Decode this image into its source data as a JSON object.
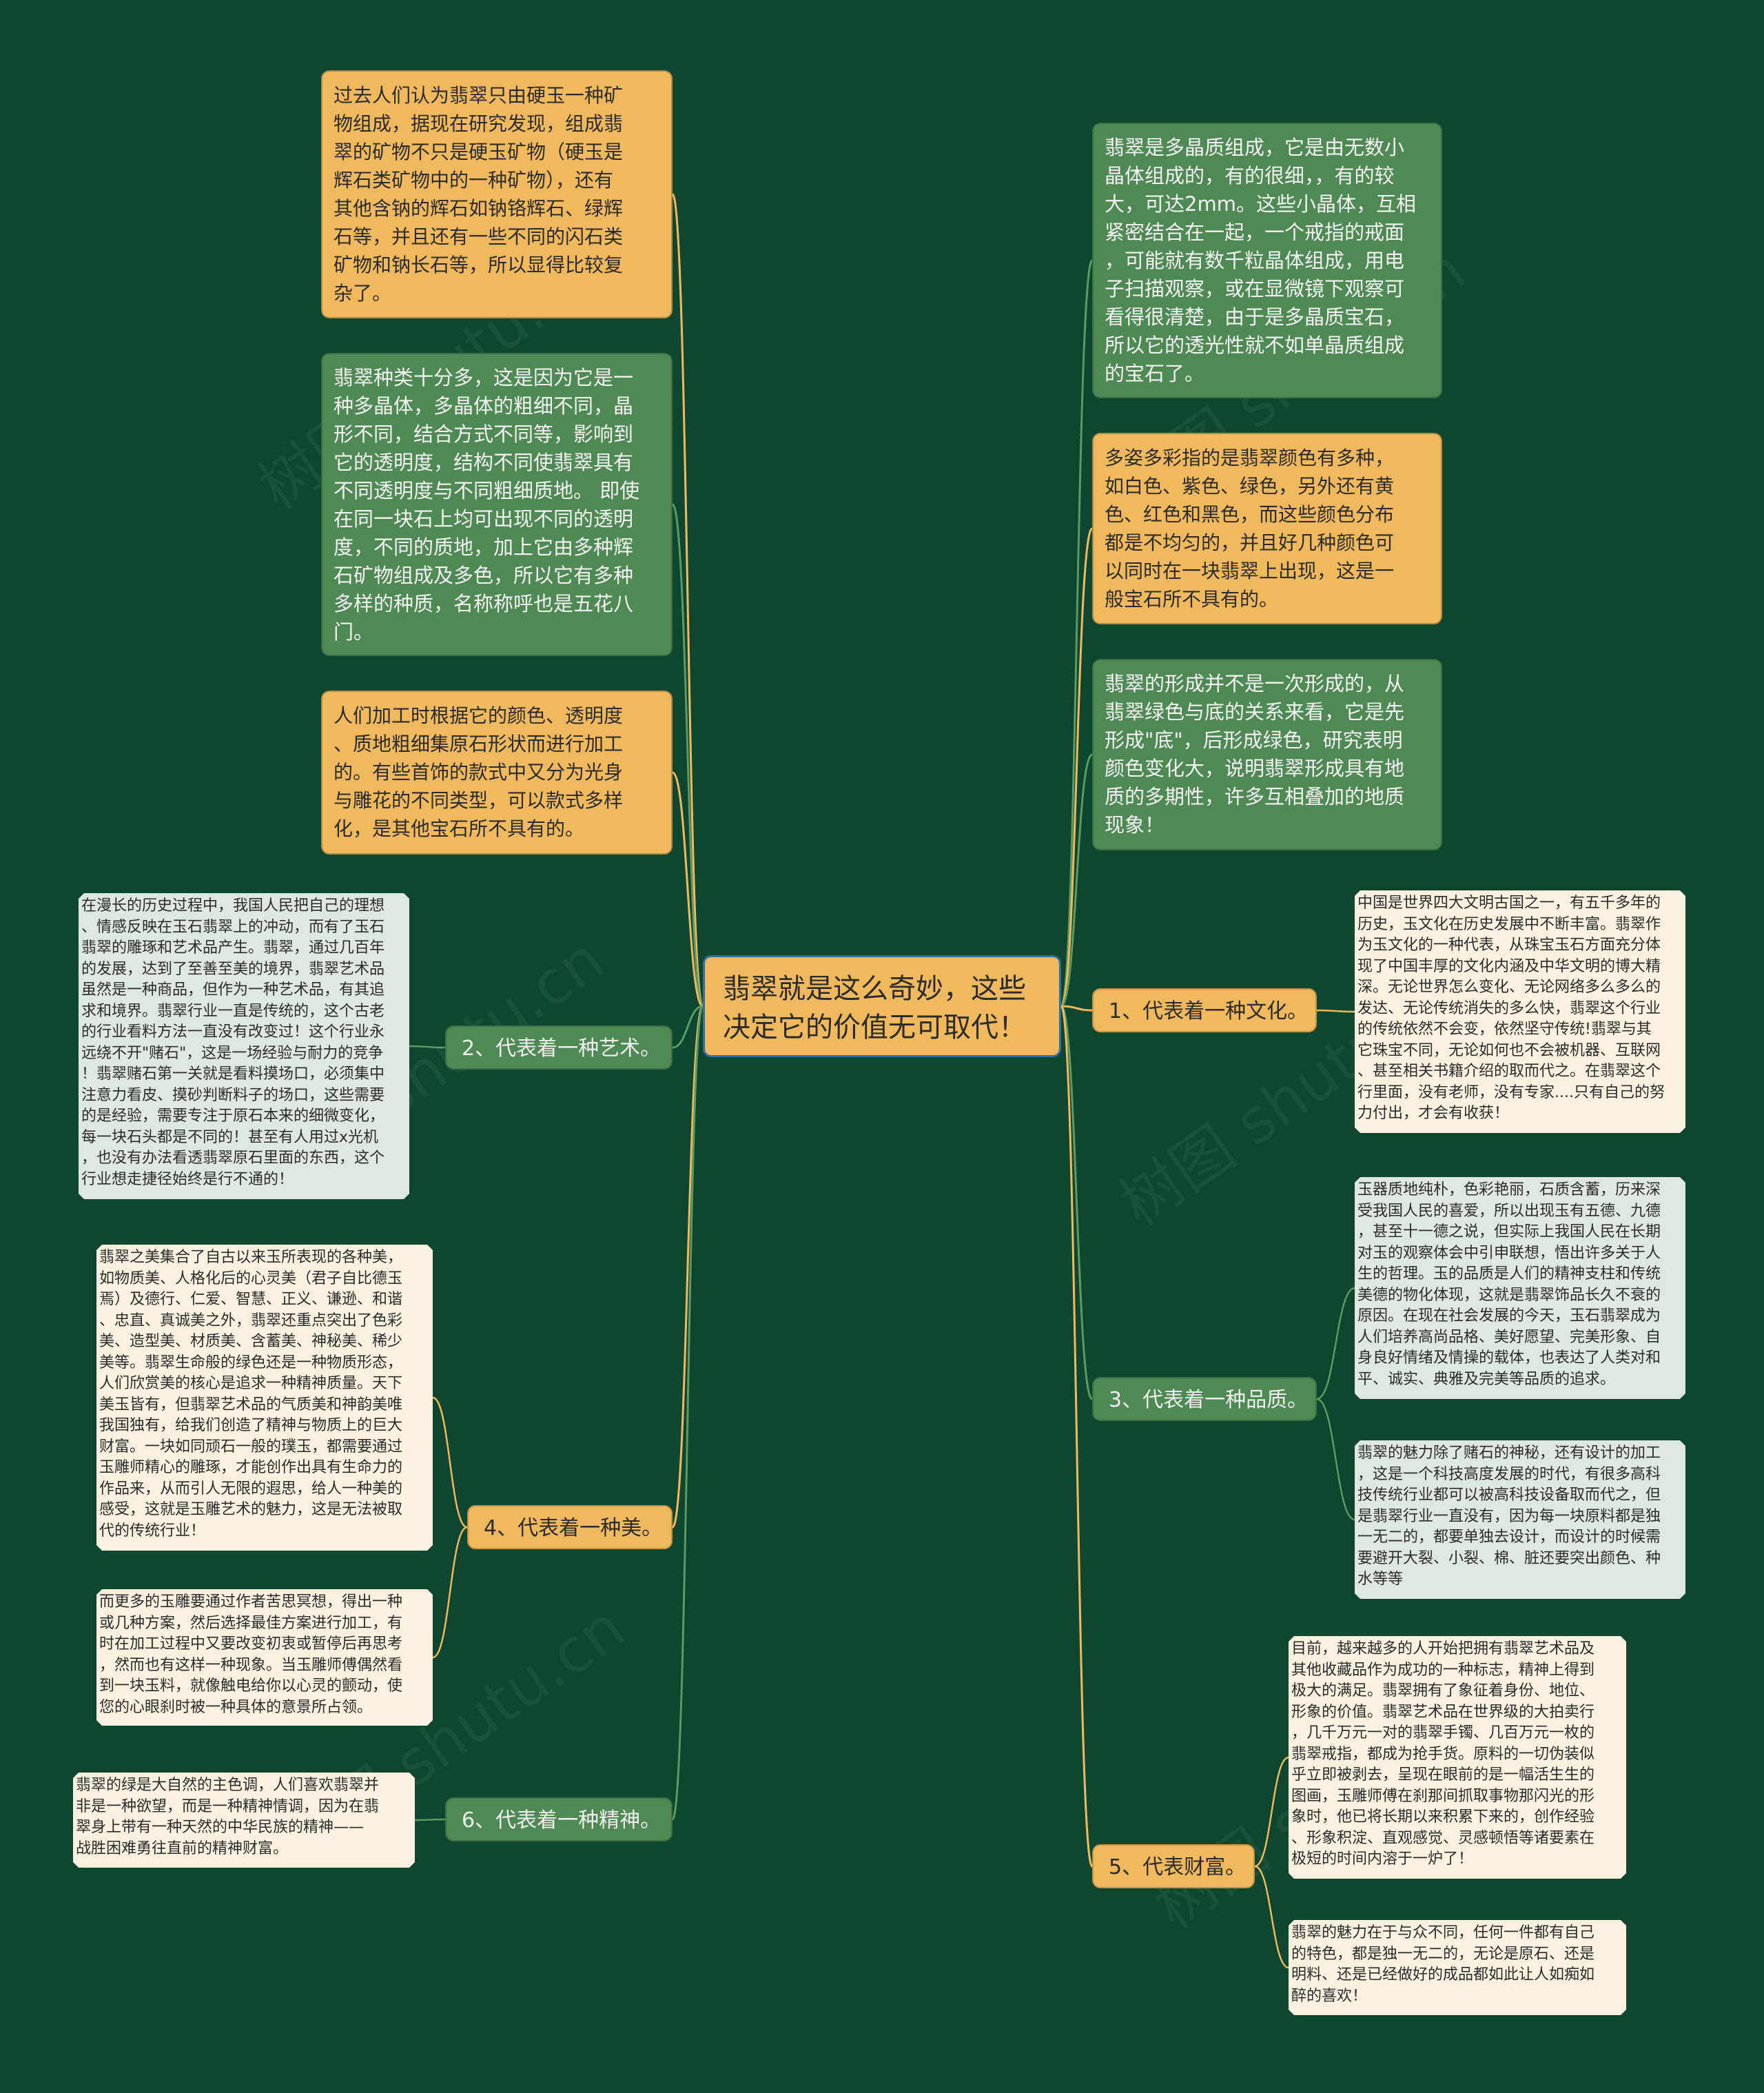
{
  "root": {
    "label": "翡翠就是这么奇妙，这些\n决定它的价值无可取代！"
  },
  "left_notes": [
    {
      "text": "过去人们认为翡翠只由硬玉一种矿\n物组成，据现在研究发现，组成翡\n翠的矿物不只是硬玉矿物（硬玉是\n辉石类矿物中的一种矿物），还有\n其他含钠的辉石如钠铬辉石、绿辉\n石等，并且还有一些不同的闪石类\n矿物和钠长石等，所以显得比较复\n杂了。"
    },
    {
      "text": "翡翠种类十分多，这是因为它是一\n种多晶体，多晶体的粗细不同，晶\n形不同，结合方式不同等，影响到\n它的透明度，结构不同使翡翠具有\n不同透明度与不同粗细质地。 即使\n在同一块石上均可出现不同的透明\n度，不同的质地，加上它由多种辉\n石矿物组成及多色，所以它有多种\n多样的种质，名称称呼也是五花八\n门。"
    },
    {
      "text": "人们加工时根据它的颜色、透明度\n、质地粗细集原石形状而进行加工\n的。有些首饰的款式中又分为光身\n与雕花的不同类型，可以款式多样\n化，是其他宝石所不具有的。"
    }
  ],
  "right_notes": [
    {
      "text": "翡翠是多晶质组成，它是由无数小\n晶体组成的，有的很细，，有的较\n大，可达2mm。这些小晶体，互相\n紧密结合在一起，一个戒指的戒面\n，可能就有数千粒晶体组成，用电\n子扫描观察，或在显微镜下观察可\n看得很清楚，由于是多晶质宝石，\n所以它的透光性就不如单晶质组成\n的宝石了。"
    },
    {
      "text": "多姿多彩指的是翡翠颜色有多种，\n如白色、紫色、绿色，另外还有黄\n色、红色和黑色，而这些颜色分布\n都是不均匀的，并且好几种颜色可\n以同时在一块翡翠上出现，这是一\n般宝石所不具有的。"
    },
    {
      "text": "翡翠的形成并不是一次形成的，从\n翡翠绿色与底的关系来看，它是先\n形成\"底\"，后形成绿色，研究表明\n颜色变化大，说明翡翠形成具有地\n质的多期性，许多互相叠加的地质\n现象！"
    }
  ],
  "branches": {
    "b1": {
      "label": "1、代表着一种文化。"
    },
    "b2": {
      "label": "2、代表着一种艺术。"
    },
    "b3": {
      "label": "3、代表着一种品质。"
    },
    "b4": {
      "label": "4、代表着一种美。"
    },
    "b5": {
      "label": "5、代表财富。"
    },
    "b6": {
      "label": "6、代表着一种精神。"
    }
  },
  "leaves": {
    "b1_1": "中国是世界四大文明古国之一，有五千多年的\n历史，玉文化在历史发展中不断丰富。翡翠作\n为玉文化的一种代表，从珠宝玉石方面充分体\n现了中国丰厚的文化内涵及中华文明的博大精\n深。无论世界怎么变化、无论网络多么多么的\n发达、无论传统消失的多么快，翡翠这个行业\n的传统依然不会变，依然坚守传统!翡翠与其\n它珠宝不同，无论如何也不会被机器、互联网\n、甚至相关书籍介绍的取而代之。在翡翠这个\n行里面，没有老师，没有专家....只有自己的努\n力付出，才会有收获！",
    "b2_1": "在漫长的历史过程中，我国人民把自己的理想\n、情感反映在玉石翡翠上的冲动，而有了玉石\n翡翠的雕琢和艺术品产生。翡翠，通过几百年\n的发展，达到了至善至美的境界，翡翠艺术品\n虽然是一种商品，但作为一种艺术品，有其追\n求和境界。翡翠行业一直是传统的，这个古老\n的行业看料方法一直没有改变过！这个行业永\n远绕不开\"赌石\"，这是一场经验与耐力的竞争\n！翡翠赌石第一关就是看料摸场口，必须集中\n注意力看皮、摸砂判断料子的场口，这些需要\n的是经验，需要专注于原石本来的细微变化，\n每一块石头都是不同的！甚至有人用过x光机\n，也没有办法看透翡翠原石里面的东西，这个\n行业想走捷径始终是行不通的！",
    "b3_1": "玉器质地纯朴，色彩艳丽，石质含蓄，历来深\n受我国人民的喜爱，所以出现玉有五德、九德\n，甚至十一德之说，但实际上我国人民在长期\n对玉的观察体会中引申联想，悟出许多关于人\n生的哲理。玉的品质是人们的精神支柱和传统\n美德的物化体现，这就是翡翠饰品长久不衰的\n原因。在现在社会发展的今天，玉石翡翠成为\n人们培养高尚品格、美好愿望、完美形象、自\n身良好情绪及情操的载体，也表达了人类对和\n平、诚实、典雅及完美等品质的追求。",
    "b3_2": "翡翠的魅力除了赌石的神秘，还有设计的加工\n，这是一个科技高度发展的时代，有很多高科\n技传统行业都可以被高科技设备取而代之，但\n是翡翠行业一直没有，因为每一块原料都是独\n一无二的，都要单独去设计，而设计的时候需\n要避开大裂、小裂、棉、脏还要突出颜色、种\n水等等",
    "b4_1": "翡翠之美集合了自古以来玉所表现的各种美，\n如物质美、人格化后的心灵美（君子自比德玉\n焉）及德行、仁爱、智慧、正义、谦逊、和谐\n、忠直、真诚美之外，翡翠还重点突出了色彩\n美、造型美、材质美、含蓄美、神秘美、稀少\n美等。翡翠生命般的绿色还是一种物质形态，\n人们欣赏美的核心是追求一种精神质量。天下\n美玉皆有，但翡翠艺术品的气质美和神韵美唯\n我国独有，给我们创造了精神与物质上的巨大\n财富。一块如同顽石一般的璞玉，都需要通过\n玉雕师精心的雕琢，才能创作出具有生命力的\n作品来，从而引人无限的遐思，给人一种美的\n感受，这就是玉雕艺术的魅力，这是无法被取\n代的传统行业！",
    "b4_2": "而更多的玉雕要通过作者苦思冥想，得出一种\n或几种方案，然后选择最佳方案进行加工，有\n时在加工过程中又要改变初衷或暂停后再思考\n，然而也有这样一种现象。当玉雕师傅偶然看\n到一块玉料，就像触电给你以心灵的颤动，使\n您的心眼刹时被一种具体的意景所占领。",
    "b5_1": "目前，越来越多的人开始把拥有翡翠艺术品及\n其他收藏品作为成功的一种标志，精神上得到\n极大的满足。翡翠拥有了象征着身份、地位、\n形象的价值。翡翠艺术品在世界级的大拍卖行\n，几千万元一对的翡翠手镯、几百万元一枚的\n翡翠戒指，都成为抢手货。原料的一切伪装似\n乎立即被剥去，呈现在眼前的是一幅活生生的\n图画，玉雕师傅在刹那间抓取事物那闪光的形\n象时，他已将长期以来积累下来的，创作经验\n、形象积淀、直观感觉、灵感顿悟等诸要素在\n极短的时间内溶于一炉了！",
    "b5_2": "翡翠的魅力在于与众不同，任何一件都有自己\n的特色，都是独一无二的，无论是原石、还是\n明料、还是已经做好的成品都如此让人如痴如\n醉的喜欢！",
    "b6_1": "翡翠的绿是大自然的主色调，人们喜欢翡翠并\n非是一种欲望，而是一种精神情调，因为在翡\n翠身上带有一种天然的中华民族的精神——\n战胜困难勇往直前的精神财富。"
  },
  "watermark": "树图 shutu.cn",
  "colors": {
    "background": "#0e4630",
    "orange": "#f0b95e",
    "green": "#4f8a55",
    "cream": "#fbf1e1",
    "mint": "#dde9e0"
  }
}
